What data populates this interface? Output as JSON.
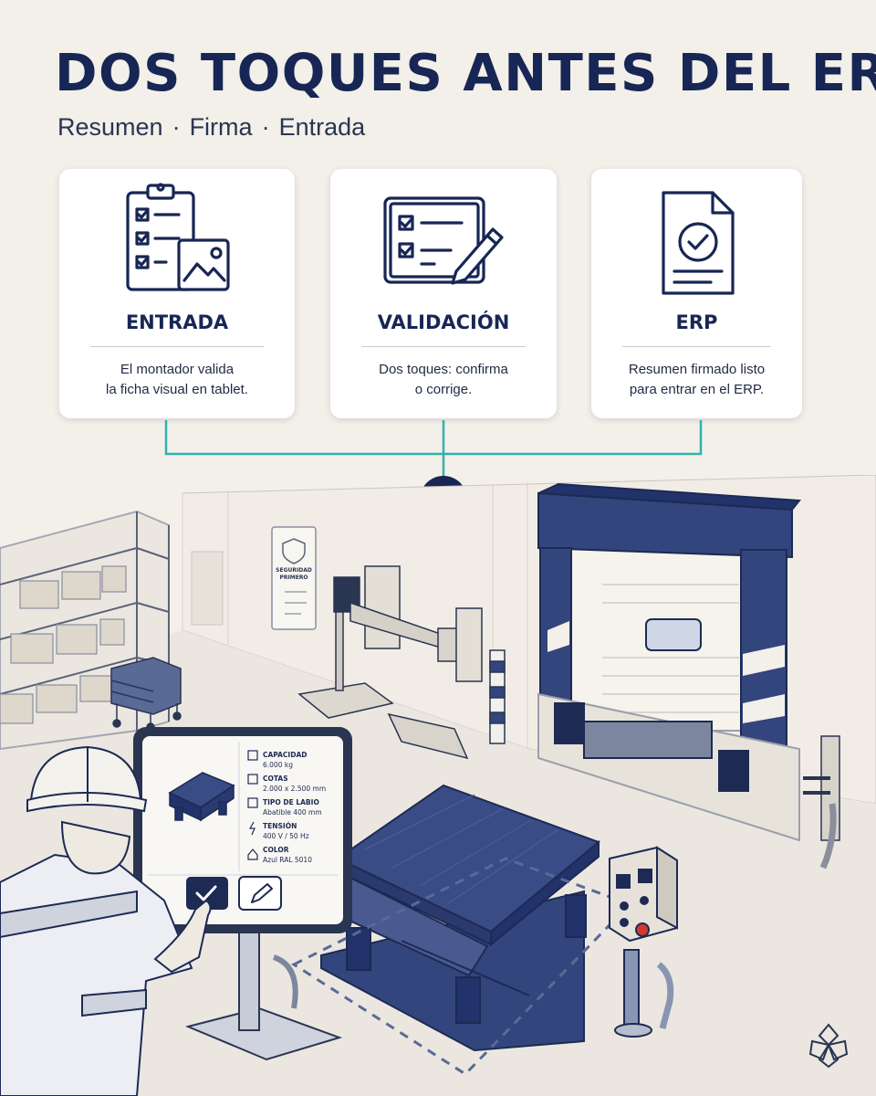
{
  "header": {
    "title": "DOS TOQUES ANTES DEL ERP",
    "subtitle": [
      "Resumen",
      "Firma",
      "Entrada"
    ]
  },
  "steps": [
    {
      "title": "ENTRADA",
      "icon": "clipboard-photo-icon",
      "desc": [
        "El montador valida",
        "la ficha visual en tablet."
      ]
    },
    {
      "title": "VALIDACIÓN",
      "icon": "checklist-pencil-icon",
      "desc": [
        "Dos toques: confirma",
        "o corrige."
      ]
    },
    {
      "title": "ERP",
      "icon": "signed-document-icon",
      "desc": [
        "Resumen firmado listo",
        "para entrar en el ERP."
      ]
    }
  ],
  "scene": {
    "sign": [
      "SEGURIDAD",
      "PRIMERO"
    ],
    "tablet_specs": [
      {
        "label": "CAPACIDAD",
        "value": "6.000 kg"
      },
      {
        "label": "COTAS",
        "value": "2.000 x 2.500 mm"
      },
      {
        "label": "TIPO DE LABIO",
        "value": "Abatible 400 mm"
      },
      {
        "label": "TENSIÓN",
        "value": "400 V / 50 Hz"
      },
      {
        "label": "COLOR",
        "value": "Azul RAL 5010"
      }
    ]
  },
  "colors": {
    "navy": "#172654",
    "teal": "#2fb3ad",
    "dock_blue": "#33457d",
    "background": "#f3efe9",
    "card": "#ffffff"
  }
}
